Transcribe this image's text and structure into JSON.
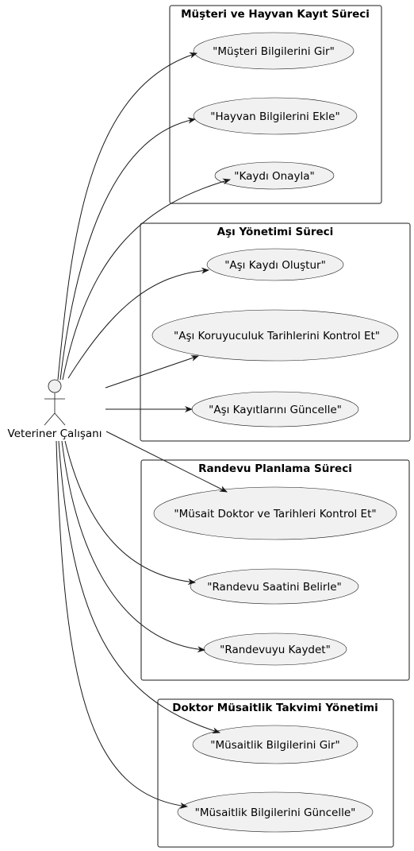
{
  "actor": {
    "label": "Veteriner Çalışanı",
    "icon": "stick-figure-actor-icon"
  },
  "packages": [
    {
      "title": "Müşteri ve Hayvan Kayıt Süreci",
      "use_cases": [
        "\"Müşteri Bilgilerini Gir\"",
        "\"Hayvan Bilgilerini Ekle\"",
        "\"Kaydı Onayla\""
      ]
    },
    {
      "title": "Aşı Yönetimi Süreci",
      "use_cases": [
        "\"Aşı Kaydı Oluştur\"",
        "\"Aşı Koruyuculuk Tarihlerini Kontrol Et\"",
        "\"Aşı Kayıtlarını Güncelle\""
      ]
    },
    {
      "title": "Randevu Planlama Süreci",
      "use_cases": [
        "\"Müsait Doktor ve Tarihleri Kontrol Et\"",
        "\"Randevu Saatini Belirle\"",
        "\"Randevuyu Kaydet\""
      ]
    },
    {
      "title": "Doktor Müsaitlik Takvimi Yönetimi",
      "use_cases": [
        "\"Müsaitlik Bilgilerini Gir\"",
        "\"Müsaitlik Bilgilerini Güncelle\""
      ]
    }
  ],
  "colors": {
    "use_case_fill": "#f1f1f1",
    "stroke": "#181818",
    "background": "#ffffff"
  }
}
